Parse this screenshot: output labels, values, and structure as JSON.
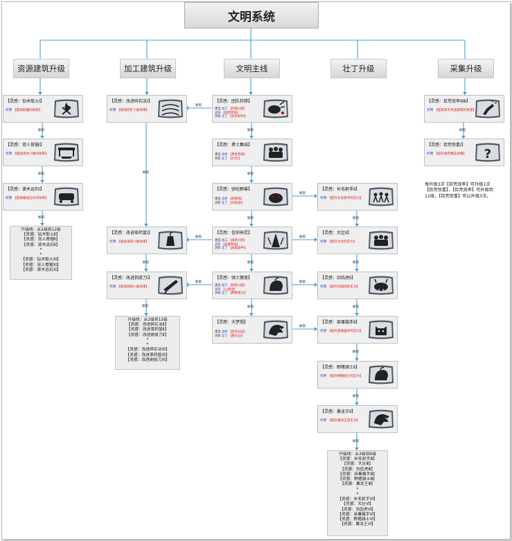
{
  "title": "文明系统",
  "columns": [
    "资源建筑升级",
    "加工建筑升级",
    "文明主线",
    "壮丁升级",
    "采集升级"
  ],
  "unlock_label": "解锁",
  "effect_key": "作用",
  "resource": {
    "nodes": [
      {
        "name": "【灵感：钻木取火Ⅰ】",
        "effect": "【提高取暖的效率】"
      },
      {
        "name": "【灵感：双人骨锯Ⅰ】",
        "effect": "【提高伐木小屋的效率】"
      },
      {
        "name": "【灵感：滚木运石Ⅰ】",
        "effect": "【提高搬运石头的效率】"
      }
    ],
    "box": [
      "升级线：从2级到12级",
      "【灵感：钻木取火Ⅱ】",
      "【灵感：双人骨锯Ⅱ】",
      "【灵感：滚木运石Ⅱ】",
      "*",
      "*",
      "【灵感：钻木取火Ⅺ】",
      "【灵感：双人骨锯Ⅺ】",
      "【灵感：滚木运石Ⅺ】"
    ]
  },
  "processing": {
    "nodes": [
      {
        "name": "【灵感：改进碎石法Ⅰ】",
        "effect": "【提高挖矿小屋效率】"
      },
      {
        "name": "【灵感：改进草药篮Ⅰ】",
        "effect": "【提高采药小屋效率】"
      },
      {
        "name": "【灵感：改进剥皮刀Ⅰ】",
        "effect": "【提高剥皮小屋效率】"
      }
    ],
    "box": [
      "升级线：从2级到12级",
      "【灵感：改进碎石法Ⅱ】",
      "【灵感：改进草药篮Ⅱ】",
      "【灵感：改进剥皮刀Ⅱ】",
      "*",
      "*",
      "【灵感：改进碎石法Ⅺ】",
      "【灵感：改进草药篮Ⅺ】",
      "【灵感：改进剥皮刀Ⅺ】"
    ]
  },
  "main": {
    "nodes": [
      {
        "name": "【灵感：团队狩猎】",
        "rows": [
          [
            "建造",
            "加工",
            "【肉铺小屋】"
          ],
          [
            "",
            "战争",
            "【狩猎营地】"
          ],
          [
            "训练",
            "壮丁",
            "【长毛射手Ⅰ】"
          ]
        ]
      },
      {
        "name": "【灵感：勇士集结】",
        "rows": [
          [
            "建造",
            "战争",
            "【勇者营地】"
          ],
          [
            "训练",
            "壮丁",
            "【大壮Ⅰ】"
          ]
        ]
      },
      {
        "name": "【灵感：驯化野兽】",
        "rows": [
          [
            "建造",
            "战争",
            "【驯兽场】"
          ],
          [
            "训练",
            "壮丁",
            "【剑齿虎Ⅰ】"
          ]
        ]
      },
      {
        "name": "【灵感：信仰神灵】",
        "rows": [
          [
            "建造",
            "加工",
            "【采药小屋】"
          ],
          [
            "",
            "战争",
            "【巫毒祭坛】"
          ],
          [
            "训练",
            "壮丁",
            "【巫毒猫手Ⅰ】"
          ]
        ]
      },
      {
        "name": "【灵感：骑士猪背】",
        "rows": [
          [
            "建造",
            "加工",
            "【剥皮小屋】"
          ],
          [
            "",
            "战争",
            "【斗兽场】"
          ],
          [
            "训练",
            "壮丁",
            "【野猪骑士Ⅰ】"
          ]
        ]
      },
      {
        "name": "【灵感：大梦想】",
        "rows": [
          [
            "建造",
            "战争",
            "【恐龙乐园】"
          ],
          [
            "训练",
            "壮丁",
            "【暴龙王Ⅰ】"
          ]
        ]
      }
    ]
  },
  "worker": {
    "nodes": [
      {
        "name": "【灵感：长毛射手Ⅱ】",
        "effect": "【提升长毛射手的实力】"
      },
      {
        "name": "【灵感：大壮Ⅱ】",
        "effect": "【提升大壮的实力】"
      },
      {
        "name": "【灵感：剑齿虎Ⅱ】",
        "effect": "【提升剑齿虎的实力】"
      },
      {
        "name": "【灵感：巫毒猫手Ⅱ】",
        "effect": "【提升巫毒猫手的实力】"
      },
      {
        "name": "【灵感：野猪骑士Ⅱ】",
        "effect": "【提升野猪骑士的实力】"
      },
      {
        "name": "【灵感：暴龙王Ⅱ】",
        "effect": "【提升暴龙王的实力】"
      }
    ],
    "box": [
      "升级线：从3级到6级",
      "【灵感：长毛射手Ⅲ】",
      "【灵感：大壮Ⅲ】",
      "【灵感：剑齿虎Ⅲ】",
      "【灵感：巫毒猫手Ⅲ】",
      "【灵感：野猪骑士Ⅲ】",
      "【灵感：暴龙王Ⅲ】",
      "*",
      "*",
      "【灵感：长毛射手Ⅵ】",
      "【灵感：大壮Ⅵ】",
      "【灵感：剑齿虎Ⅵ】",
      "【灵感：巫毒猫手Ⅵ】",
      "【灵感：野猪骑士Ⅵ】",
      "【灵感：暴龙王Ⅵ】"
    ]
  },
  "gather": {
    "nodes": [
      {
        "name": "【灵感：拾荒效率ⅠⅡⅢ】",
        "effect": "【提高单次点击获得的资源】"
      },
      {
        "name": "【灵感：拾荒惊喜Ⅰ】",
        "effect": "【提升拾荒爆击效果】"
      }
    ],
    "note": "每升级3次【拾荒效率】可升级1次【拾荒惊喜】，【拾荒效率】可升级到12级，【拾荒惊喜】可以升级3次。"
  }
}
